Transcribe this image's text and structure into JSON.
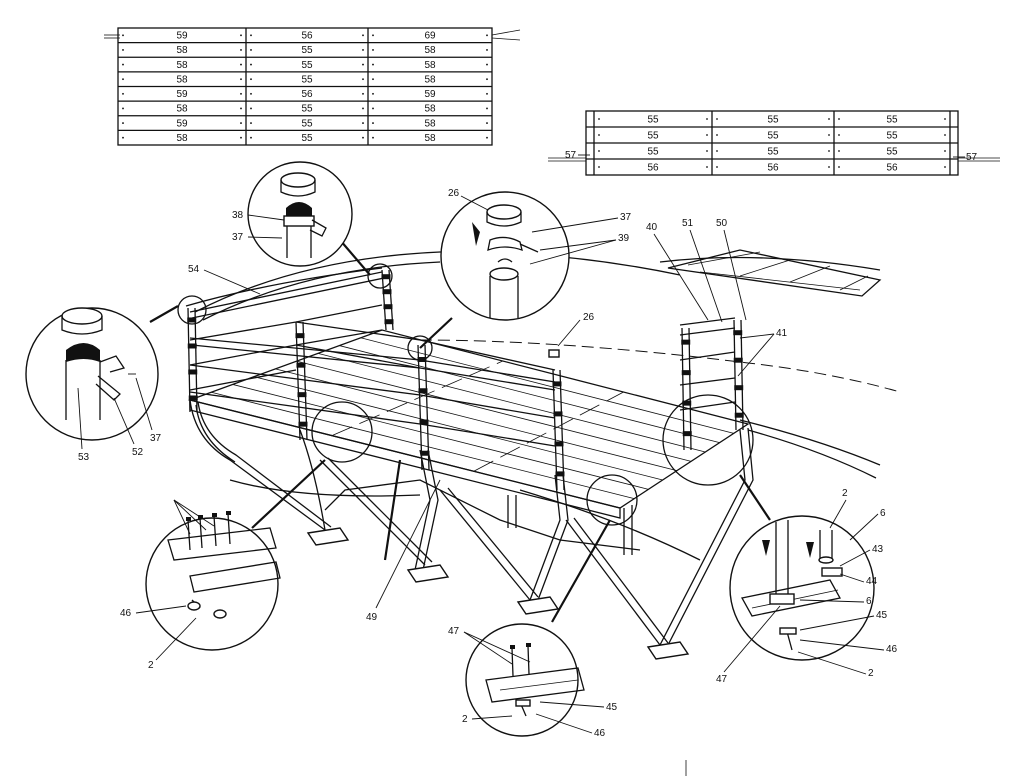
{
  "deck_table_left": {
    "rows": [
      [
        "59",
        "56",
        "69"
      ],
      [
        "58",
        "55",
        "58"
      ],
      [
        "58",
        "55",
        "58"
      ],
      [
        "58",
        "55",
        "58"
      ],
      [
        "59",
        "56",
        "59"
      ],
      [
        "58",
        "55",
        "58"
      ],
      [
        "59",
        "55",
        "58"
      ],
      [
        "58",
        "55",
        "58"
      ]
    ]
  },
  "deck_table_right": {
    "rows": [
      [
        "55",
        "55",
        "55"
      ],
      [
        "55",
        "55",
        "55"
      ],
      [
        "55",
        "55",
        "55"
      ],
      [
        "56",
        "56",
        "56"
      ]
    ],
    "side_left": "57",
    "side_right": "57"
  },
  "part_labels": {
    "p54": "54",
    "p38": "38",
    "p37a": "37",
    "p26a": "26",
    "p37b": "37",
    "p39": "39",
    "p26b": "26",
    "p40": "40",
    "p51": "51",
    "p50": "50",
    "p41": "41",
    "p53": "53",
    "p52": "52",
    "p37c": "37",
    "p49": "49",
    "p46a": "46",
    "p2a": "2",
    "p47a": "47",
    "p2b": "2",
    "p45a": "45",
    "p46b": "46",
    "p2c": "2",
    "p6a": "6",
    "p43": "43",
    "p44": "44",
    "p6b": "6",
    "p45b": "45",
    "p46c": "46",
    "p2d": "2",
    "p47b": "47"
  }
}
